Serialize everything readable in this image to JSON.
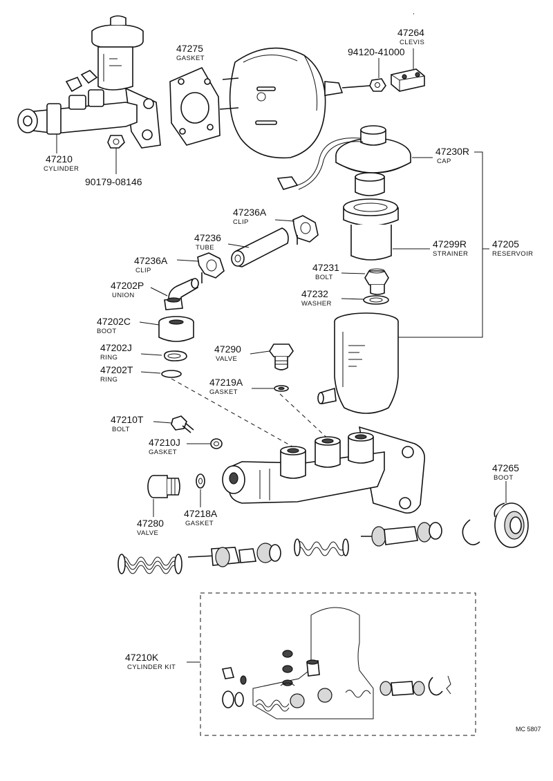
{
  "labels": {
    "l47210": {
      "pn": "47210",
      "name": "CYLINDER"
    },
    "l90179": {
      "pn": "90179-08146"
    },
    "l47275": {
      "pn": "47275",
      "name": "GASKET"
    },
    "l94120": {
      "pn": "94120-41000"
    },
    "l47264": {
      "pn": "47264",
      "name": "CLEVIS"
    },
    "l47230R": {
      "pn": "47230R",
      "name": "CAP"
    },
    "l47236A_top": {
      "pn": "47236A",
      "name": "CLIP"
    },
    "l47236": {
      "pn": "47236",
      "name": "TUBE"
    },
    "l47236A_low": {
      "pn": "47236A",
      "name": "CLIP"
    },
    "l47299R": {
      "pn": "47299R",
      "name": "STRAINER"
    },
    "l47205": {
      "pn": "47205",
      "name": "RESERVOIR"
    },
    "l47231": {
      "pn": "47231",
      "name": "BOLT"
    },
    "l47232": {
      "pn": "47232",
      "name": "WASHER"
    },
    "l47202P": {
      "pn": "47202P",
      "name": "UNION"
    },
    "l47202C": {
      "pn": "47202C",
      "name": "BOOT"
    },
    "l47202J": {
      "pn": "47202J",
      "name": "RING"
    },
    "l47202T": {
      "pn": "47202T",
      "name": "RING"
    },
    "l47290": {
      "pn": "47290",
      "name": "VALVE"
    },
    "l47219A": {
      "pn": "47219A",
      "name": "GASKET"
    },
    "l47210T": {
      "pn": "47210T",
      "name": "BOLT"
    },
    "l47210J": {
      "pn": "47210J",
      "name": "GASKET"
    },
    "l47280": {
      "pn": "47280",
      "name": "VALVE"
    },
    "l47218A": {
      "pn": "47218A",
      "name": "GASKET"
    },
    "l47265": {
      "pn": "47265",
      "name": "BOOT"
    },
    "l47210K": {
      "pn": "47210K",
      "name": "CYLINDER KIT"
    }
  },
  "footer_code": "MC 5807"
}
